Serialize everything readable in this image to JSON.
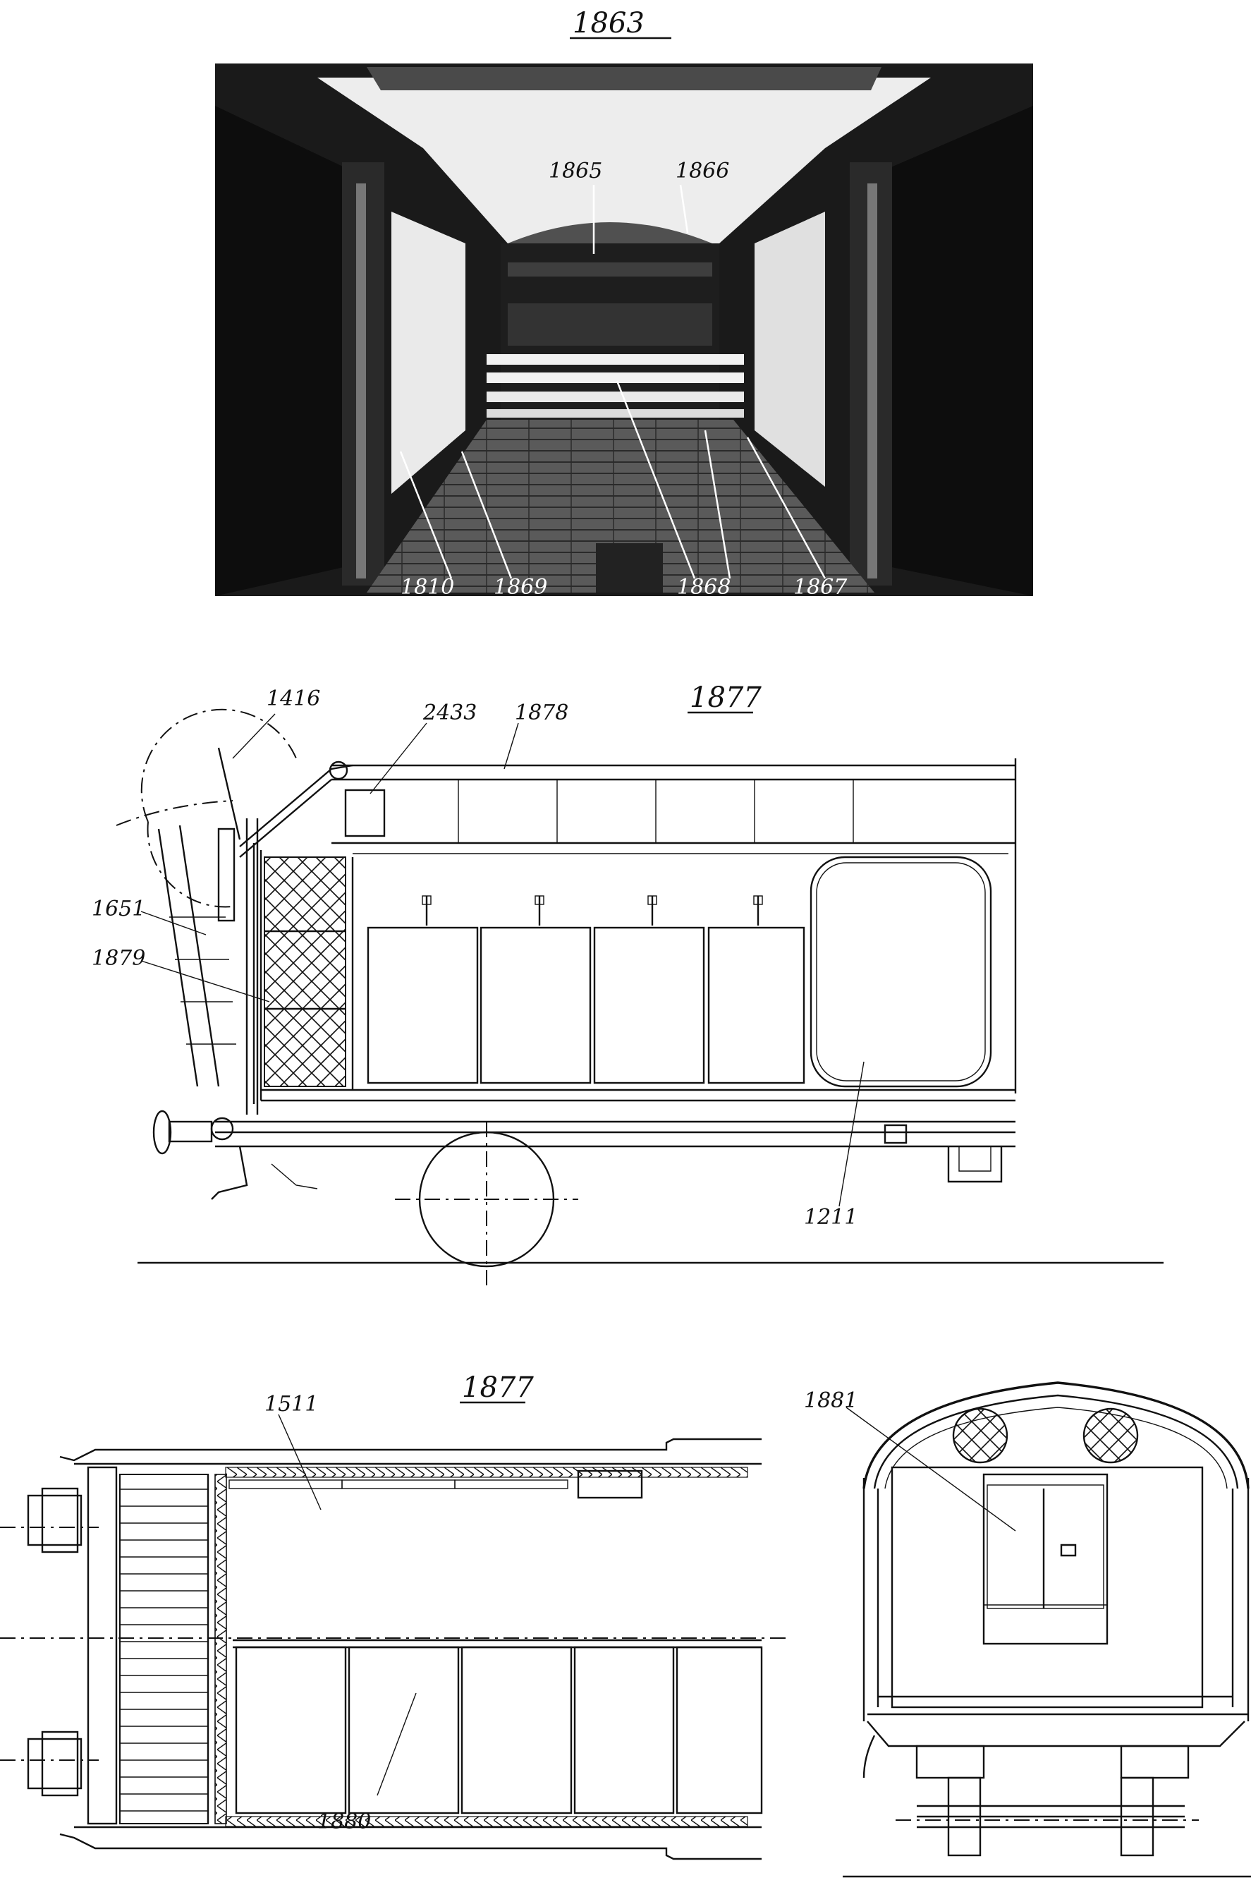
{
  "figures": {
    "photo": {
      "number": "1863",
      "callouts": [
        "1865",
        "1866",
        "1810",
        "1869",
        "1868",
        "1867"
      ]
    },
    "side_view": {
      "number": "1877",
      "callouts": [
        "1416",
        "2433",
        "1878",
        "1651",
        "1879",
        "1211"
      ]
    },
    "plan_view": {
      "number": "1877",
      "callouts": [
        "1511",
        "1880"
      ]
    },
    "end_view": {
      "callouts": [
        "1881"
      ]
    }
  }
}
